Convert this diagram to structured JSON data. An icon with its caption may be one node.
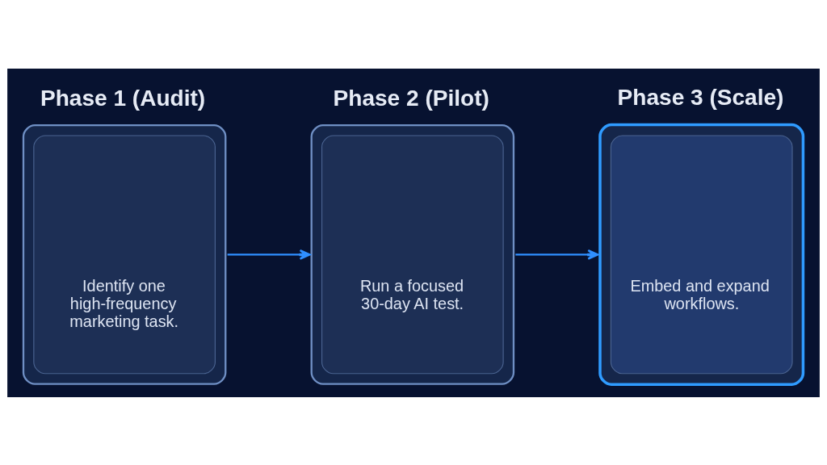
{
  "diagram": {
    "nodes": [
      {
        "text": [
          "Phase 1 (Audit)",
          "Identify one high-frequency marketing task."
        ]
      },
      {
        "text": [
          "Phase 2 (Pilot)",
          "Run a focused 30-day AI test."
        ]
      },
      {
        "text": [
          "Phase 3 (Scale)",
          "Embed and expand workflows."
        ]
      }
    ],
    "edges": [
      {
        "from": 0,
        "to": 1,
        "arrow": "to"
      },
      {
        "from": 1,
        "to": 2,
        "arrow": "to"
      }
    ]
  }
}
